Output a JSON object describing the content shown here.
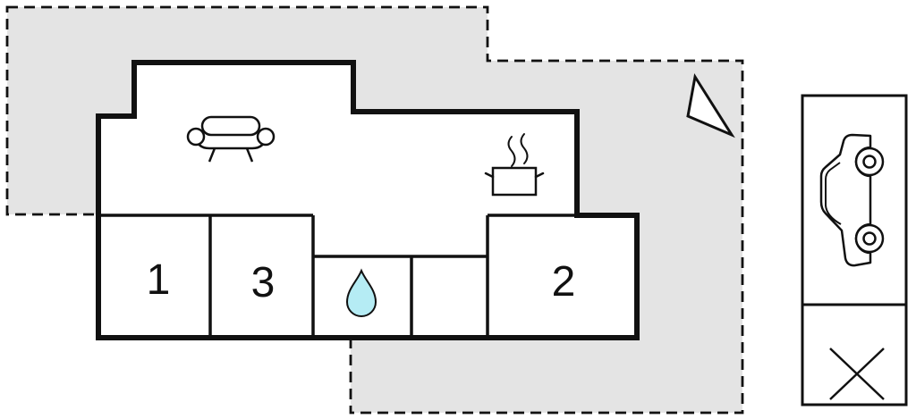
{
  "plan": {
    "rooms": [
      {
        "id": "room-1",
        "label": "1"
      },
      {
        "id": "room-3",
        "label": "3"
      },
      {
        "id": "room-2",
        "label": "2"
      }
    ],
    "areas": {
      "terrace": "outdoor-terrace-area",
      "living": "living-kitchen-area",
      "bathroom": "bathroom-with-water-drop"
    }
  },
  "icons": {
    "sofa": "sofa-icon",
    "stove": "pot-with-steam-icon",
    "water_drop": "water-drop-icon",
    "north_arrow": "north-arrow-icon",
    "car": "car-parking-icon",
    "cross": "cross-icon"
  },
  "colors": {
    "background": "#ffffff",
    "terrace": "#e4e4e4",
    "line": "#111111",
    "water_drop": "#b5ecf4"
  }
}
